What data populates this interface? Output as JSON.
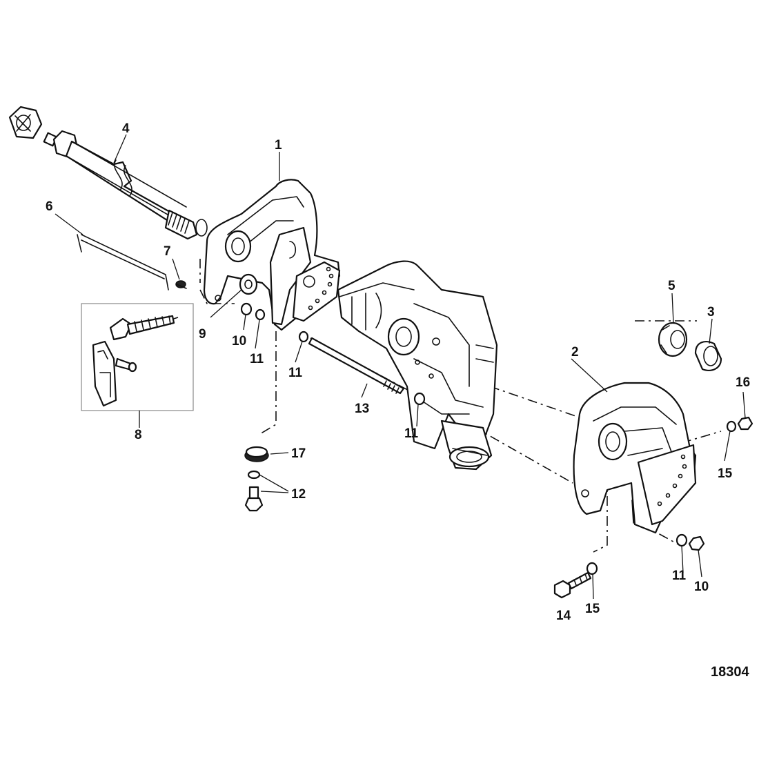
{
  "figure_number": "18304",
  "callouts": [
    {
      "id": "c1",
      "label": "1"
    },
    {
      "id": "c2",
      "label": "2"
    },
    {
      "id": "c3",
      "label": "3"
    },
    {
      "id": "c4",
      "label": "4"
    },
    {
      "id": "c5",
      "label": "5"
    },
    {
      "id": "c6",
      "label": "6"
    },
    {
      "id": "c7",
      "label": "7"
    },
    {
      "id": "c8",
      "label": "8"
    },
    {
      "id": "c9",
      "label": "9"
    },
    {
      "id": "c10a",
      "label": "10"
    },
    {
      "id": "c10b",
      "label": "10"
    },
    {
      "id": "c11a",
      "label": "11"
    },
    {
      "id": "c11b",
      "label": "11"
    },
    {
      "id": "c11c",
      "label": "11"
    },
    {
      "id": "c11d",
      "label": "11"
    },
    {
      "id": "c12",
      "label": "12"
    },
    {
      "id": "c13",
      "label": "13"
    },
    {
      "id": "c14",
      "label": "14"
    },
    {
      "id": "c15a",
      "label": "15"
    },
    {
      "id": "c15b",
      "label": "15"
    },
    {
      "id": "c16",
      "label": "16"
    },
    {
      "id": "c17",
      "label": "17"
    }
  ]
}
